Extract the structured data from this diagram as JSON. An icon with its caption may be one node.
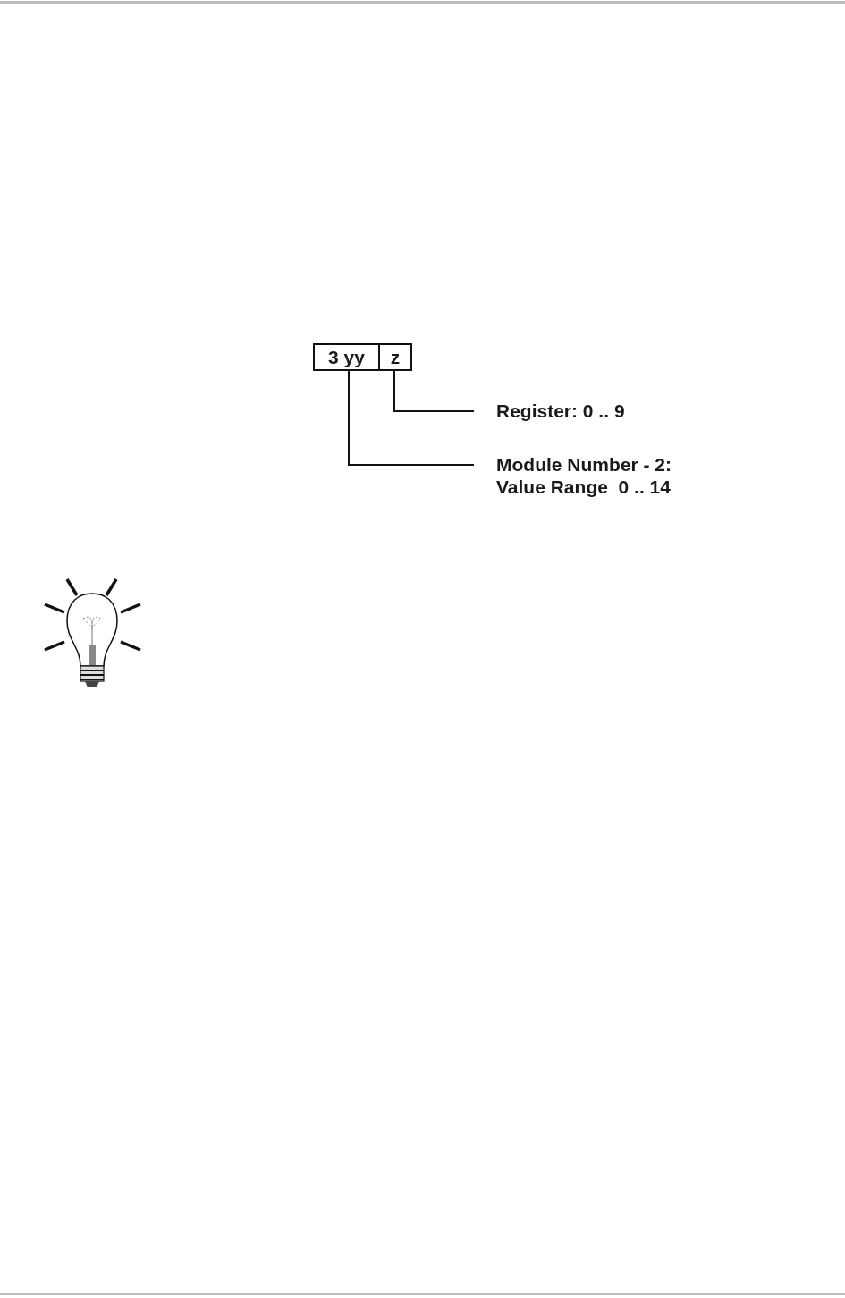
{
  "diagram": {
    "nodes": [
      {
        "text": [
          "3 yy"
        ]
      },
      {
        "text": [
          "z"
        ]
      },
      {
        "text": [
          "Register: 0 .. 9"
        ]
      },
      {
        "text": [
          "Module Number - 2: Value Range  0 .. 14"
        ]
      }
    ],
    "edges": [
      {
        "from": 2,
        "to": 1,
        "arrow": "none"
      },
      {
        "from": 3,
        "to": 0,
        "arrow": "none"
      }
    ]
  }
}
